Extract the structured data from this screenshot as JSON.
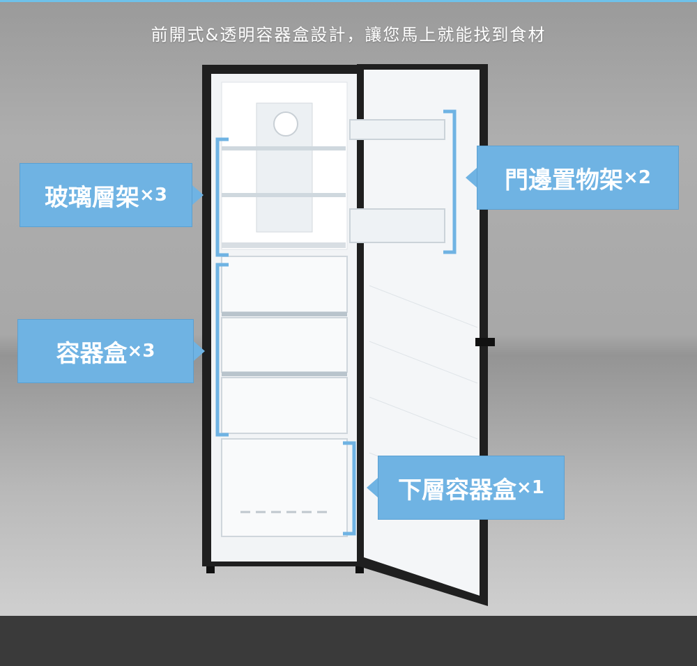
{
  "headline": "前開式&透明容器盒設計，讓您馬上就能找到食材",
  "callouts": {
    "glass_shelf": {
      "label": "玻璃層架",
      "mult": "×3"
    },
    "door_shelf": {
      "label": "門邊置物架",
      "mult": "×2"
    },
    "container_box": {
      "label": "容器盒",
      "mult": "×3"
    },
    "bottom_box": {
      "label": "下層容器盒",
      "mult": "×1"
    }
  },
  "colors": {
    "callout": "#6fb3e3",
    "bracket": "#6fb3e3",
    "fridge_body": "#1f1f1f",
    "interior": "#f4f6f8"
  }
}
